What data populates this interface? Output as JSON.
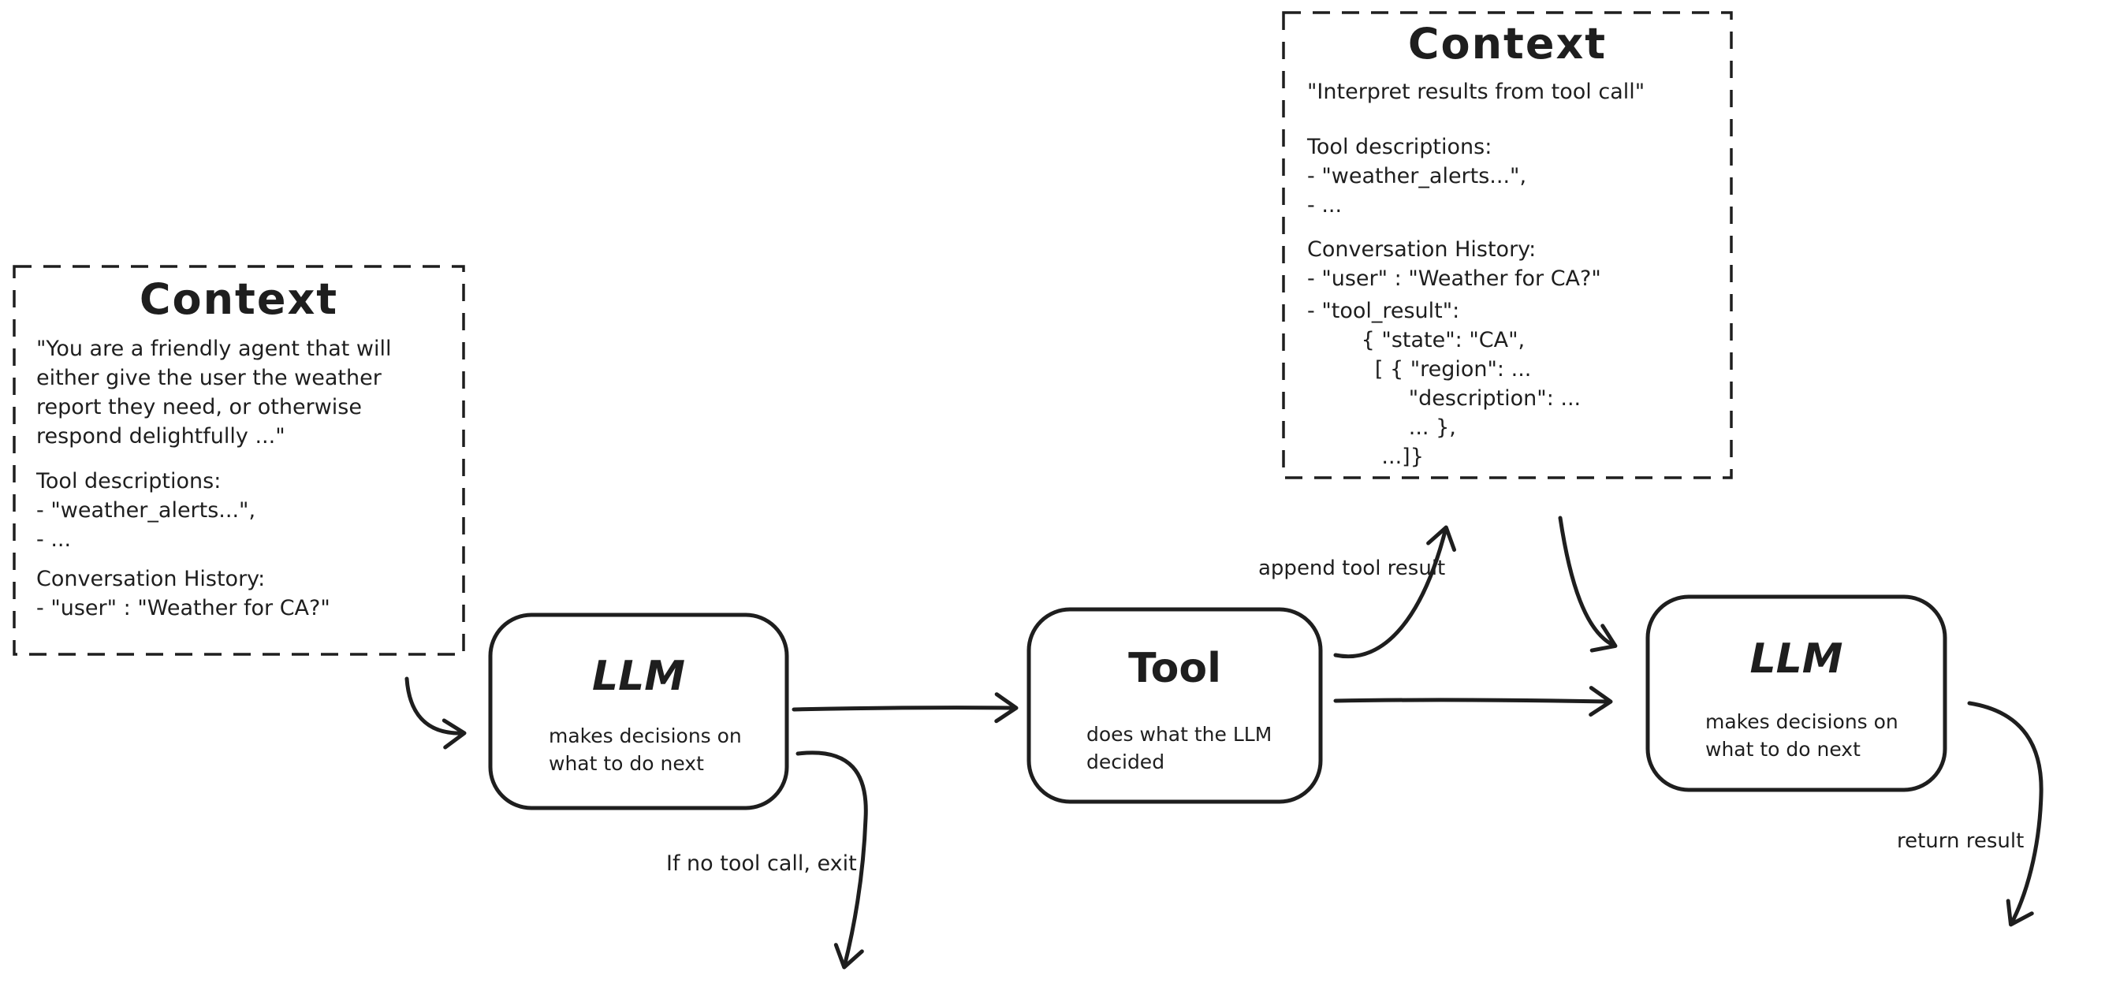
{
  "diagram": {
    "background": "#ffffff",
    "ink_color": "#1e1e1e"
  },
  "context_left": {
    "title": "Context",
    "system_prompt": "\"You are a friendly agent that will\neither give the user the weather\nreport they need, or otherwise\nrespond delightfully ...\"",
    "tool_descriptions": "Tool descriptions:\n- \"weather_alerts...\",\n- ...",
    "conversation_history": "Conversation History:\n- \"user\" : \"Weather for CA?\""
  },
  "context_right": {
    "title": "Context",
    "system_prompt": "\"Interpret results from tool call\"",
    "tool_descriptions": "Tool descriptions:\n- \"weather_alerts...\",\n- ...",
    "conversation_history": "Conversation History:\n- \"user\" : \"Weather for CA?\"",
    "tool_result": "- \"tool_result\":\n        { \"state\": \"CA\",\n          [ { \"region\": ...\n               \"description\": ...\n               ... },\n           ...]}"
  },
  "nodes": {
    "llm1": {
      "title": "LLM",
      "subtitle": "makes decisions on\nwhat to do next"
    },
    "tool": {
      "title": "Tool",
      "subtitle": "does what the LLM\ndecided"
    },
    "llm2": {
      "title": "LLM",
      "subtitle": "makes decisions on\nwhat to do next"
    }
  },
  "edge_labels": {
    "append_tool_result": "append tool result",
    "no_tool_call_exit": "If no tool call, exit",
    "return_result": "return result"
  }
}
